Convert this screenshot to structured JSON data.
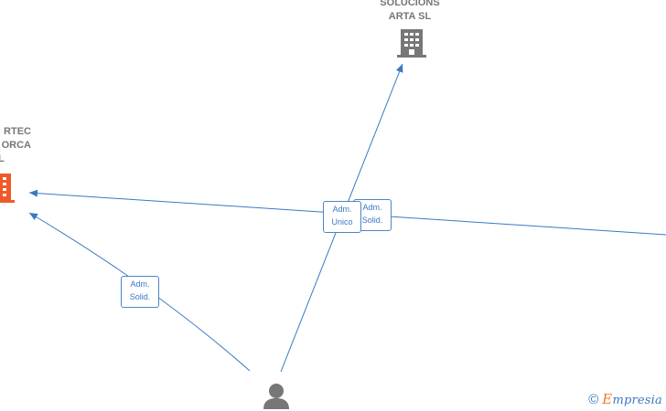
{
  "nodes": {
    "company_top": {
      "label_lines": [
        "SOLUCIONS",
        "ARTA  SL"
      ],
      "color": "#777777"
    },
    "company_left": {
      "label_lines": [
        "RTEC",
        "ORCA",
        "L"
      ],
      "color": "#f05a28"
    },
    "person": {
      "color": "#777777"
    }
  },
  "edges": {
    "person_to_top": {
      "label_lines": [
        "Adm.",
        "Unico"
      ]
    },
    "right_to_left": {
      "label_lines": [
        "Adm.",
        "Solid."
      ]
    },
    "person_to_left": {
      "label_lines": [
        "Adm.",
        "Solid."
      ]
    }
  },
  "edge_color": "#3a78c2",
  "watermark": {
    "symbol": "©",
    "brand_initial": "E",
    "brand_rest": "mpresia"
  }
}
